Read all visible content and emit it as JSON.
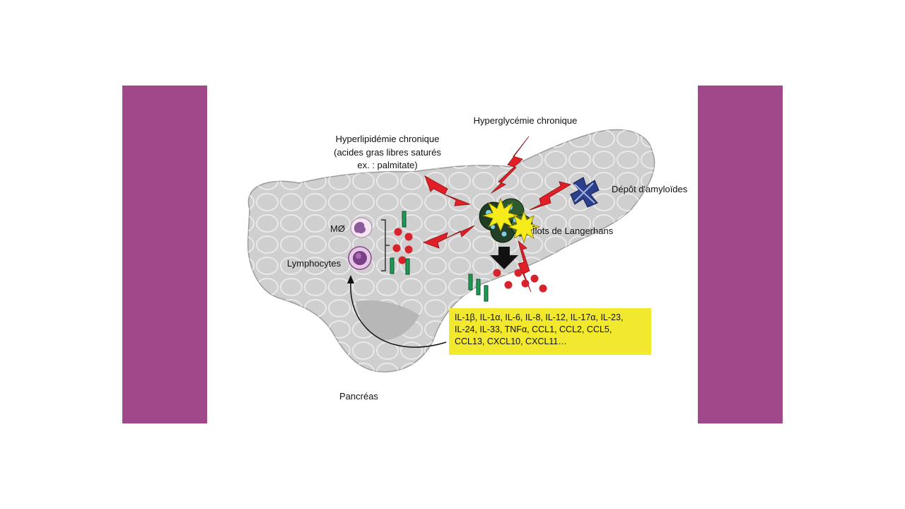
{
  "colors": {
    "side_bars": "#a0488a",
    "cytokine_box": "#f2e92e",
    "pancreas_fill": "#cfcfcf",
    "lightning": "#e21f26",
    "cytokine_dot": "#d7242c",
    "cytokine_bar": "#1f9a55",
    "amyloid": "#2b3f8c",
    "burst": "#f6ec1c"
  },
  "labels": {
    "hyperglycemia": "Hyperglycémie chronique",
    "hyperlipidemia_line1": "Hyperlipidémie chronique",
    "hyperlipidemia_line2": "(acides gras libres saturés",
    "hyperlipidemia_line3": "ex. : palmitate)",
    "amyloid": "Dépôt d'amyloïdes",
    "islets": "Îlots de Langerhans",
    "macrophage": "MØ",
    "lymphocytes": "Lymphocytes",
    "pancreas": "Pancréas"
  },
  "cytokines": {
    "line1": "IL-1β, IL-1α, IL-6, IL-8, IL-12, IL-17α, IL-23,",
    "line2": "IL-24, IL-33, TNFα, CCL1, CCL2, CCL5,",
    "line3": "CCL13, CXCL10, CXCL11…"
  },
  "icons": [
    "lightning-icon",
    "burst-icon",
    "amyloid-icon",
    "macrophage-icon",
    "lymphocyte-icon",
    "down-arrow-icon",
    "curved-arrow-icon"
  ]
}
